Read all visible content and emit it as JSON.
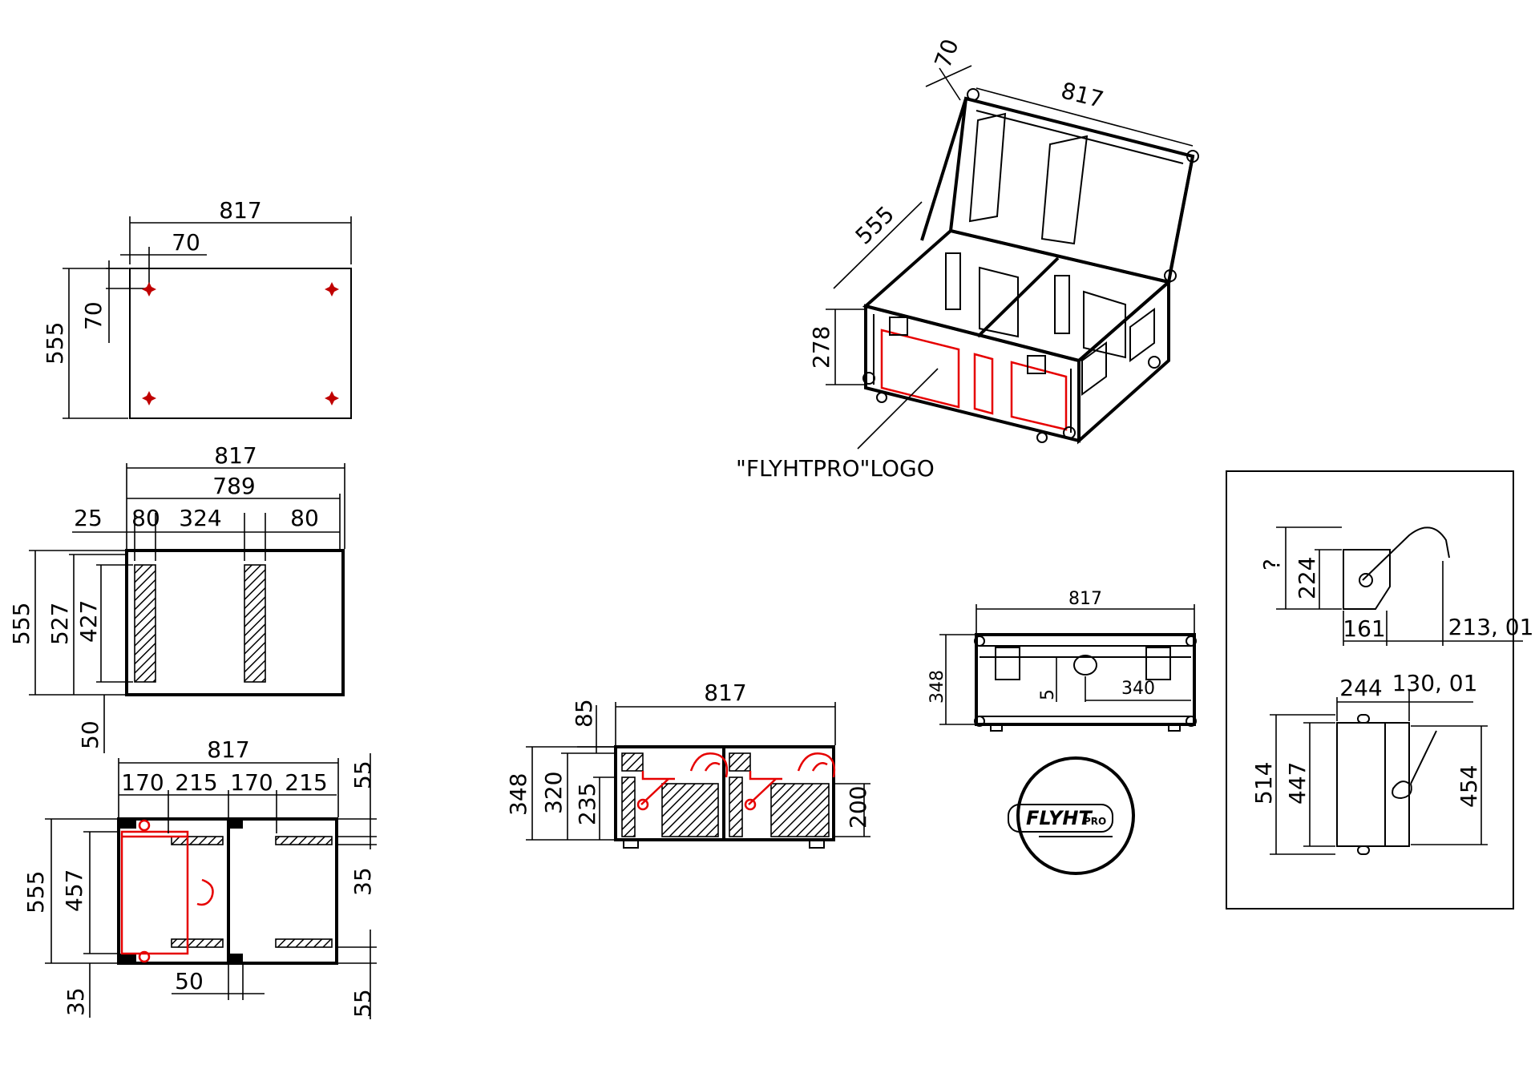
{
  "views": {
    "top_plan": {
      "width": "817",
      "offset_x": "70",
      "offset_y": "70",
      "depth": "555"
    },
    "section_top": {
      "overall": "817",
      "inner": "789",
      "edge": "25",
      "block_left": "80",
      "gap": "324",
      "block_right": "80",
      "depth": "555",
      "inner_depth": "527",
      "block_len": "427",
      "bottom_margin": "50"
    },
    "section_mid": {
      "overall": "817",
      "seg1": "170",
      "seg2": "215",
      "seg3": "170",
      "seg4": "215",
      "depth": "555",
      "inner": "457",
      "bottom": "35",
      "gap": "50",
      "right_top": "55",
      "right_mid": "35",
      "right_bottom": "55"
    },
    "iso": {
      "lid_thickness": "70",
      "length": "817",
      "depth": "555",
      "height": "278",
      "logo_label": "\"FLYHTPRO\"LOGO"
    },
    "front_section": {
      "width": "817",
      "top": "85",
      "height": "348",
      "inner": "320",
      "lower": "235",
      "right": "200"
    },
    "front_elev": {
      "width": "817",
      "height": "348",
      "small": "5",
      "offset": "340"
    },
    "detail_box": {
      "q": "?",
      "h1": "224",
      "w1": "161",
      "w2": "213, 01",
      "w3": "244",
      "w4": "130, 01",
      "h2": "514",
      "h3": "447",
      "h4": "454"
    },
    "logo": {
      "text": "FLYHT",
      "sub": "PRO"
    }
  },
  "colors": {
    "line": "#000000",
    "accent": "#e60000",
    "background": "#ffffff"
  }
}
